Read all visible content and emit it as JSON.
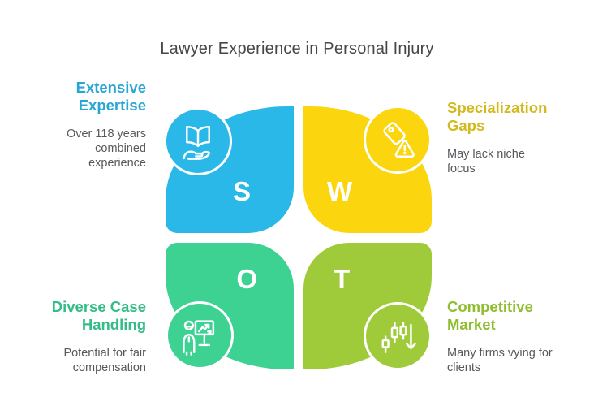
{
  "title": "Lawyer Experience in Personal Injury",
  "colors": {
    "background": "#ffffff",
    "title_text": "#45484a",
    "body_text": "#56585b"
  },
  "quadrants": [
    {
      "key": "strengths",
      "letter": "S",
      "petal_color": "#29b8e8",
      "heading_color": "#2aa6d5",
      "heading_lines": [
        "Extensive",
        "Expertise"
      ],
      "description_lines": [
        "Over 118 years",
        "combined",
        "experience"
      ],
      "icon": "book-on-hand-icon"
    },
    {
      "key": "weaknesses",
      "letter": "W",
      "petal_color": "#fbd60e",
      "heading_color": "#d2ba1c",
      "heading_lines": [
        "Specialization",
        "Gaps"
      ],
      "description_lines": [
        "May lack niche",
        "focus"
      ],
      "icon": "price-tag-warning-icon"
    },
    {
      "key": "opportunities",
      "letter": "O",
      "petal_color": "#3dd192",
      "heading_color": "#34bd88",
      "heading_lines": [
        "Diverse Case",
        "Handling"
      ],
      "description_lines": [
        "Potential for fair",
        "compensation"
      ],
      "icon": "presentation-chart-icon"
    },
    {
      "key": "threats",
      "letter": "T",
      "petal_color": "#9fcb3b",
      "heading_color": "#8fbe30",
      "heading_lines": [
        "Competitive",
        "Market"
      ],
      "description_lines": [
        "Many firms vying for",
        "clients"
      ],
      "icon": "candlestick-down-arrow-icon"
    }
  ]
}
